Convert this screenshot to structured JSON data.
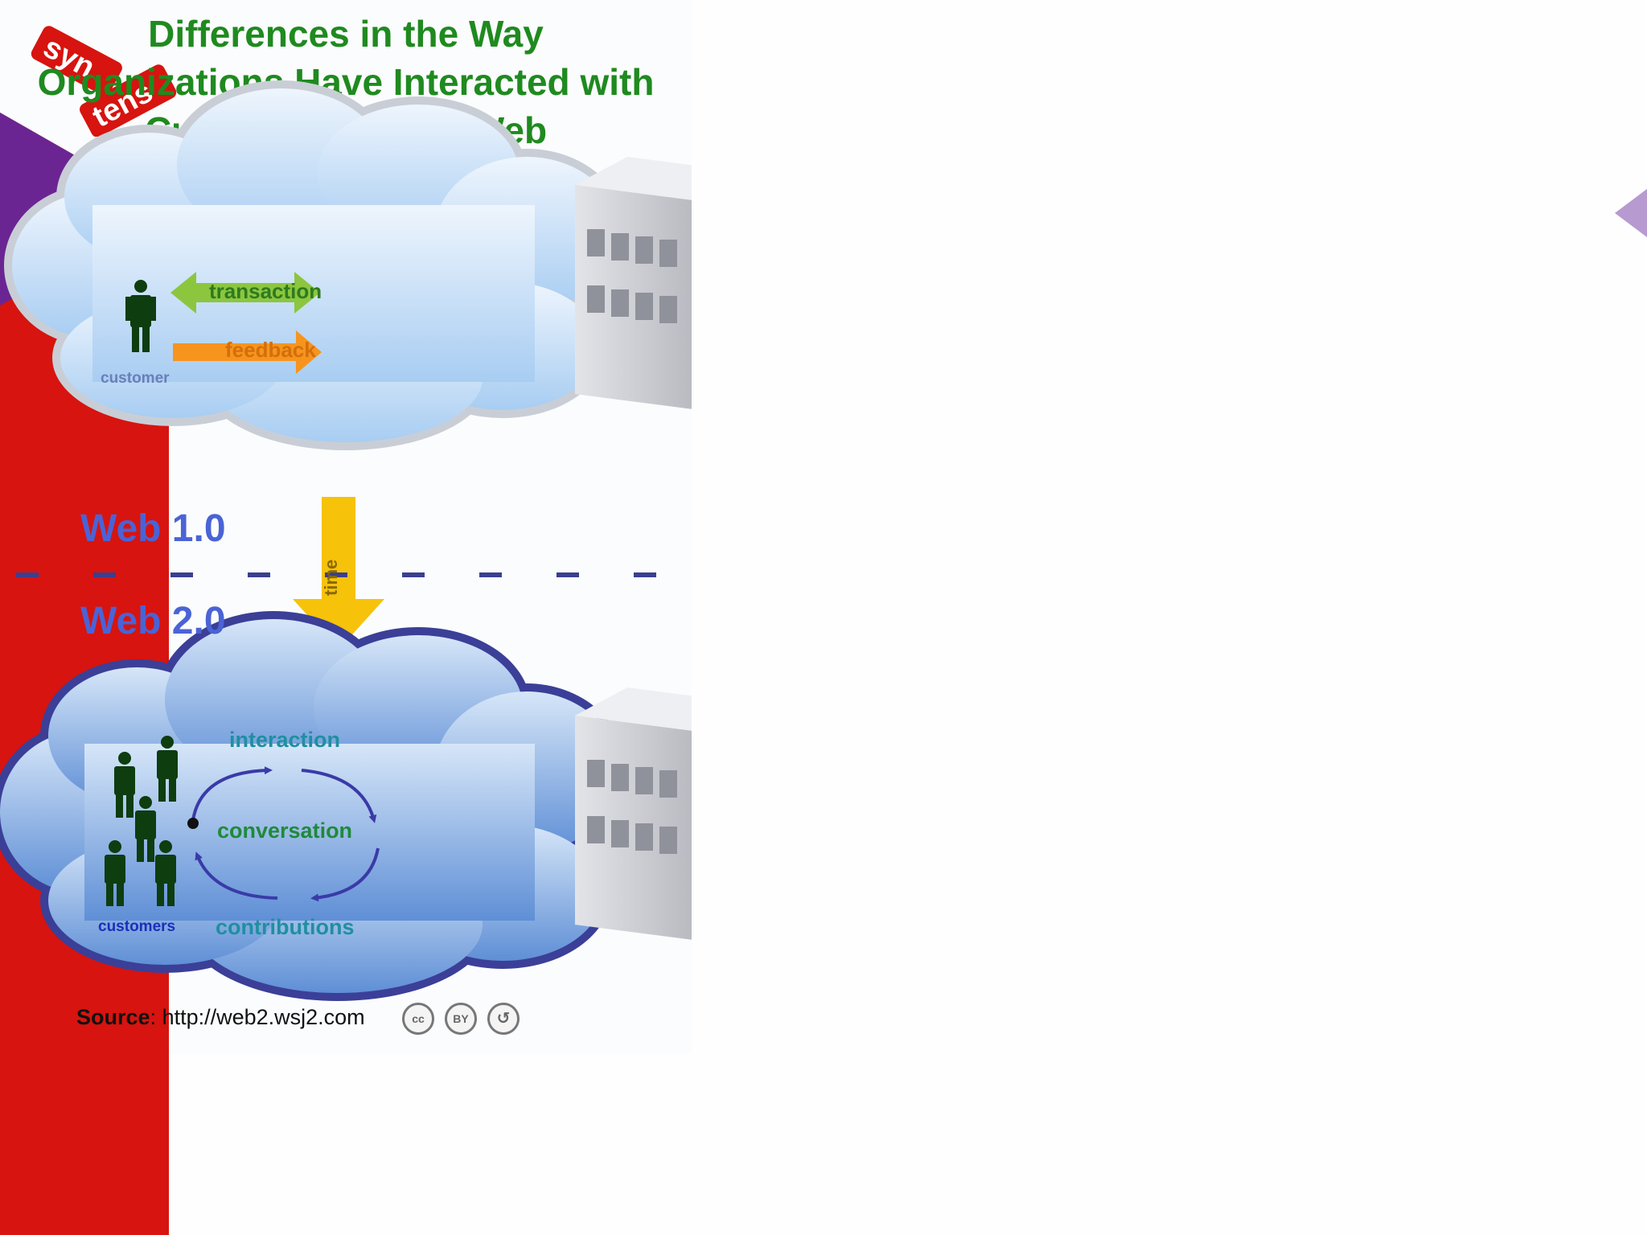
{
  "logo": {
    "line1": "syn",
    "line2": "tens"
  },
  "figure": {
    "title_lines": [
      "Differences in the Way",
      "Organizations Have Interacted with",
      "Customers on the Web"
    ],
    "web1": {
      "era_label": "Web 1.0",
      "customer_label": "customer",
      "arrows": [
        "transaction",
        "feedback"
      ]
    },
    "time_label": "time",
    "web2": {
      "era_label": "Web 2.0",
      "customers_label": "customers",
      "cycle_labels": [
        "interaction",
        "conversation",
        "contributions"
      ]
    },
    "source": {
      "label": "Source",
      "url": "http://web2.wsj2.com"
    },
    "license_icons": [
      "cc-icon",
      "by-icon",
      "sa-icon"
    ],
    "colors": {
      "title": "#1f8a1f",
      "era": "#4a63d6",
      "brand_red": "#d7140f",
      "brand_purple": "#6a2592",
      "transaction_arrow": "#8cc63f",
      "feedback_arrow": "#f7941d",
      "time_arrow": "#f6c20a"
    }
  }
}
